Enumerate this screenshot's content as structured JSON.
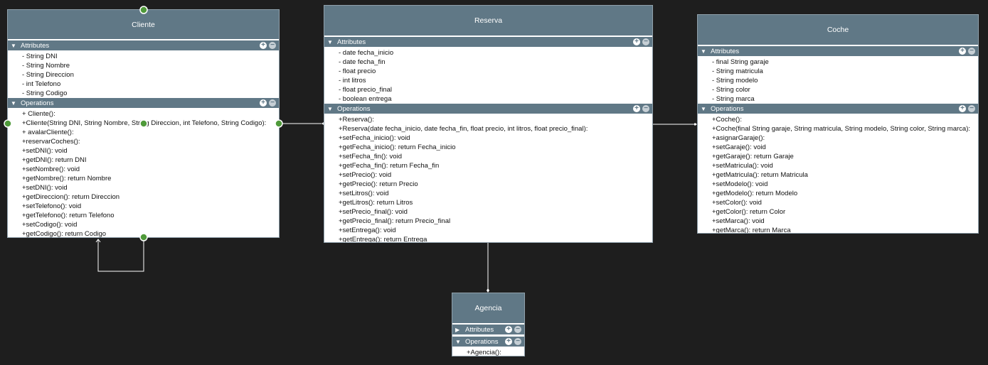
{
  "colors": {
    "background": "#1e1e1e",
    "header": "#607886",
    "handle": "#4f9a3a"
  },
  "classes": {
    "cliente": {
      "name": "Cliente",
      "attributes_label": "Attributes",
      "operations_label": "Operations",
      "attributes": [
        "- String DNI",
        "- String Nombre",
        "- String Direccion",
        "- int Telefono",
        "- String Codigo"
      ],
      "operations": [
        "+ Cliente():",
        "+Cliente(String DNI, String Nombre, String Direccion, int Telefono, String Codigo):",
        "+ avalarCliente():",
        "+reservarCoches():",
        "+setDNI(): void",
        "+getDNI(): return DNI",
        "+setNombre(): void",
        "+getNombre(): return Nombre",
        "+setDNI(): void",
        "+getDireccion(): return Direccion",
        "+setTelefono(): void",
        "+getTelefono(): return Telefono",
        "+setCodigo(): void",
        "+getCodigo(): return Codigo"
      ]
    },
    "reserva": {
      "name": "Reserva",
      "attributes_label": "Attributes",
      "operations_label": "Operations",
      "attributes": [
        "- date fecha_inicio",
        "- date fecha_fin",
        "- float precio",
        "- int litros",
        "- float precio_final",
        "- boolean entrega"
      ],
      "operations": [
        "+Reserva():",
        "+Reserva(date fecha_inicio, date fecha_fin, float precio, int litros, float precio_final):",
        "+setFecha_inicio(): void",
        "+getFecha_inicio(): return Fecha_inicio",
        "+setFecha_fin(): void",
        "+getFecha_fin(): return Fecha_fin",
        "+setPrecio(): void",
        "+getPrecio(): return Precio",
        "+setLitros(): void",
        "+getLitros(): return Litros",
        "+setPrecio_final(): void",
        "+getPrecio_final(): return Precio_final",
        "+setEntrega(): void",
        "+getEntrega(): return Entrega"
      ]
    },
    "coche": {
      "name": "Coche",
      "attributes_label": "Attributes",
      "operations_label": "Operations",
      "attributes": [
        "- final String garaje",
        "- String matricula",
        "- String modelo",
        "- String color",
        "- String marca"
      ],
      "operations": [
        "+Coche():",
        "+Coche(final String garaje, String matricula, String modelo, String color, String marca):",
        "+asignarGaraje():",
        "+setGaraje(): void",
        "+getGaraje(): return Garaje",
        "+setMatricula(): void",
        "+getMatricula(): return Matricula",
        "+setModelo(): void",
        "+getModelo(): return Modelo",
        "+setColor(): void",
        "+getColor(): return Color",
        "+setMarca(): void",
        "+getMarca(): return Marca"
      ]
    },
    "agencia": {
      "name": "Agencia",
      "attributes_label": "Attributes",
      "operations_label": "Operations",
      "attributes": [],
      "operations": [
        "+Agencia():"
      ]
    }
  }
}
